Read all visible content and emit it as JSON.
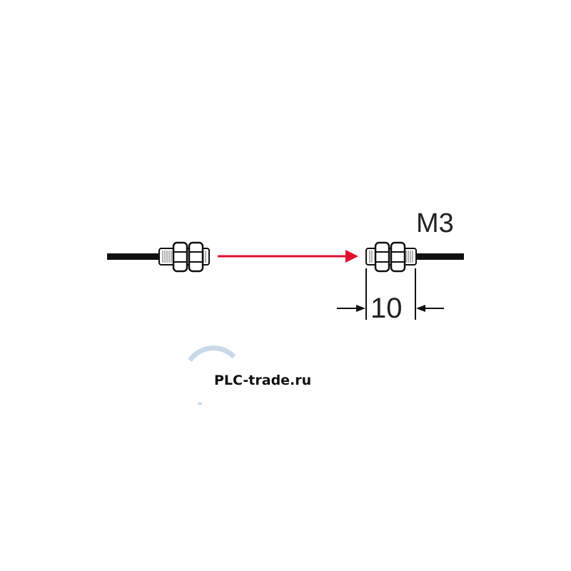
{
  "diagram": {
    "thread_label": "M3",
    "dimension_label": "10",
    "watermark": "PLC-trade.ru",
    "colors": {
      "beam": "#e0102e",
      "line": "#111111",
      "watermark_arc": "#c9d9e8"
    }
  }
}
